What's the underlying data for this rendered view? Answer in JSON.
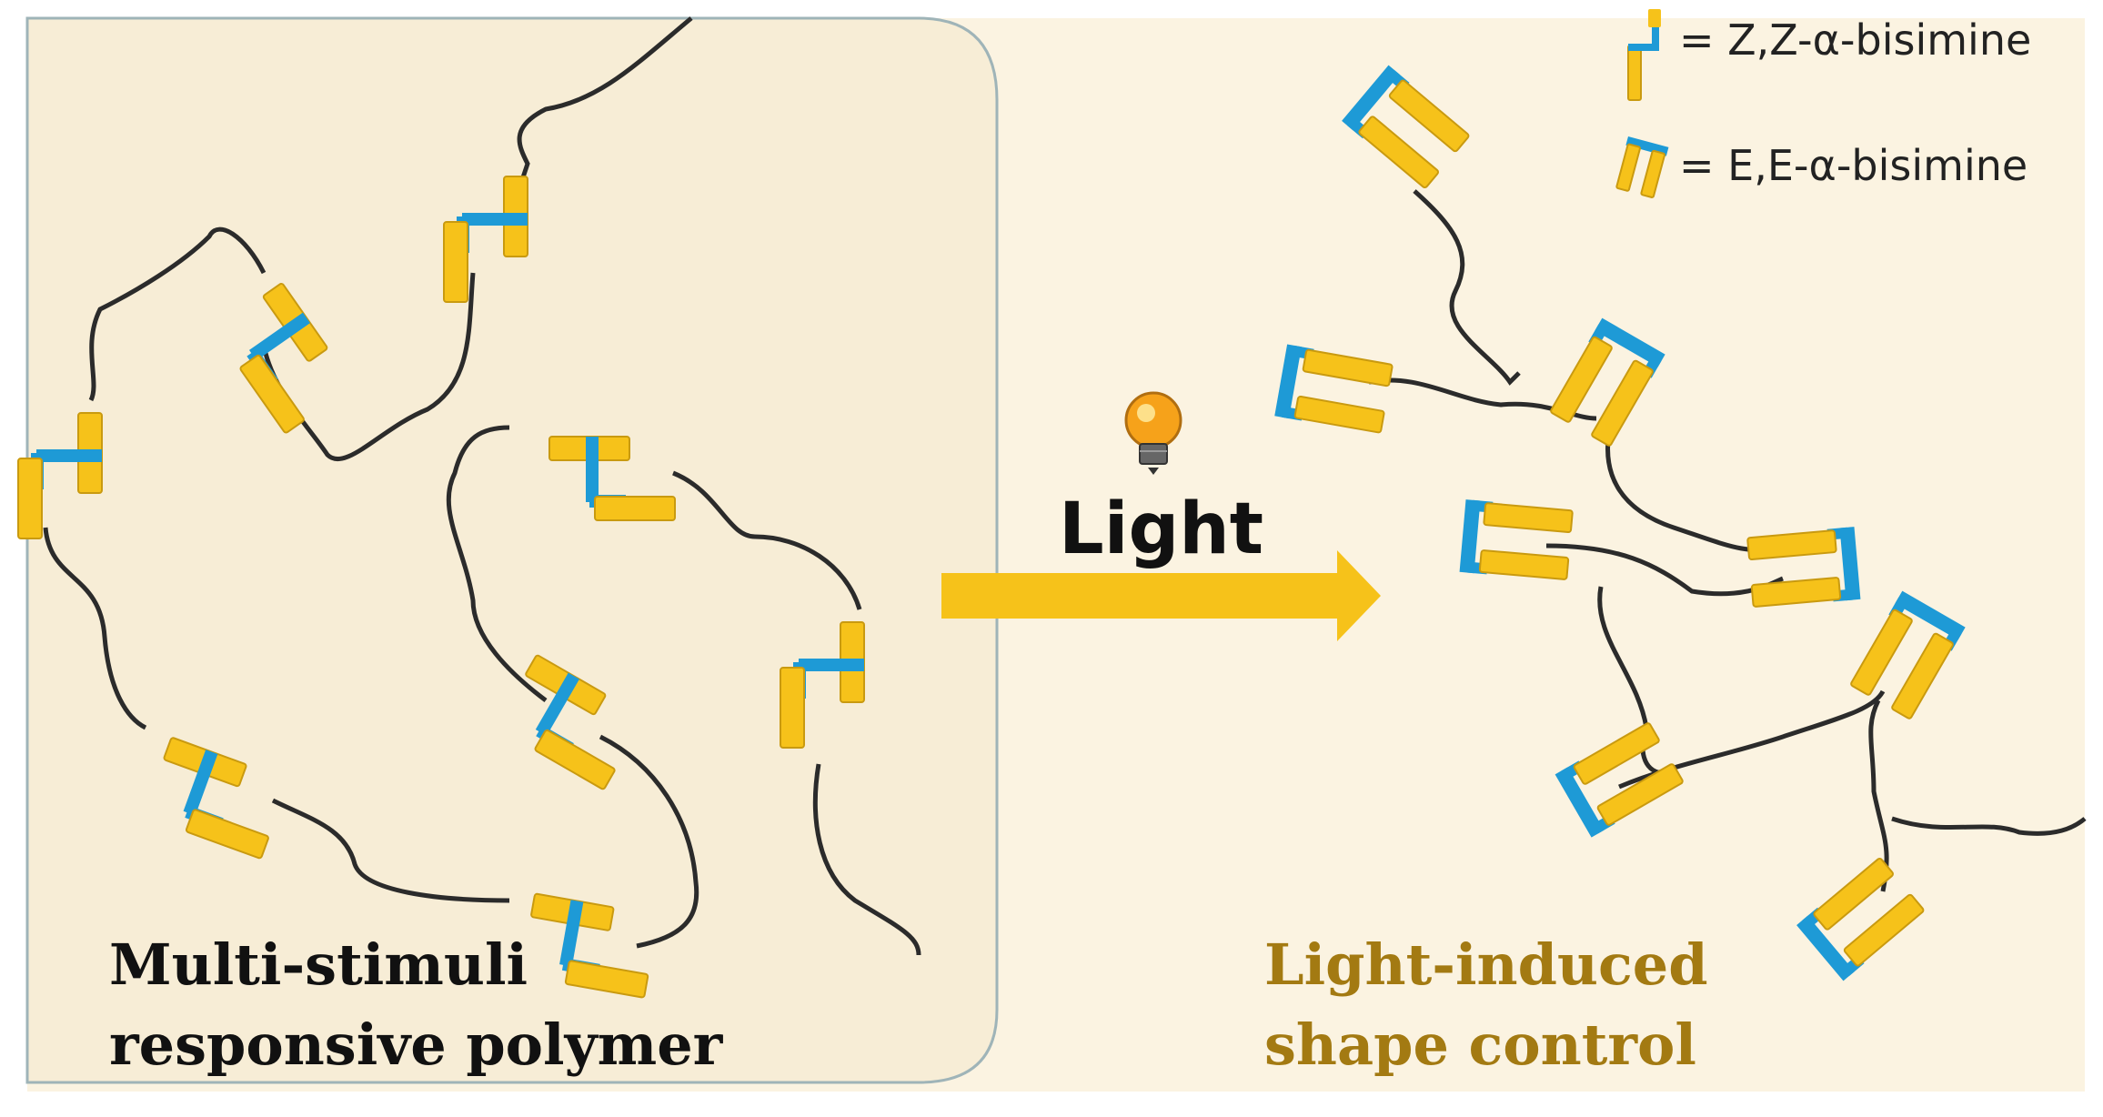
{
  "left_panel": {
    "title_line1": "Multi-stimuli",
    "title_line2": "responsive polymer"
  },
  "right_panel": {
    "title_line1": "Light-induced",
    "title_line2": "shape control"
  },
  "stimulus": {
    "label": "Light",
    "icon": "light-bulb-icon"
  },
  "legend": {
    "zz_label": "= Z,Z-α-bisimine",
    "ee_label": "= E,E-α-bisimine"
  },
  "colors": {
    "background": "#fbf3e1",
    "panel_border": "#9fb4b8",
    "chain": "#2b2b2b",
    "segment_yellow": "#f6c21a",
    "segment_blue": "#1e9ad6",
    "arrow": "#f6c21a",
    "right_title": "#a37a12",
    "left_title": "#111111"
  }
}
